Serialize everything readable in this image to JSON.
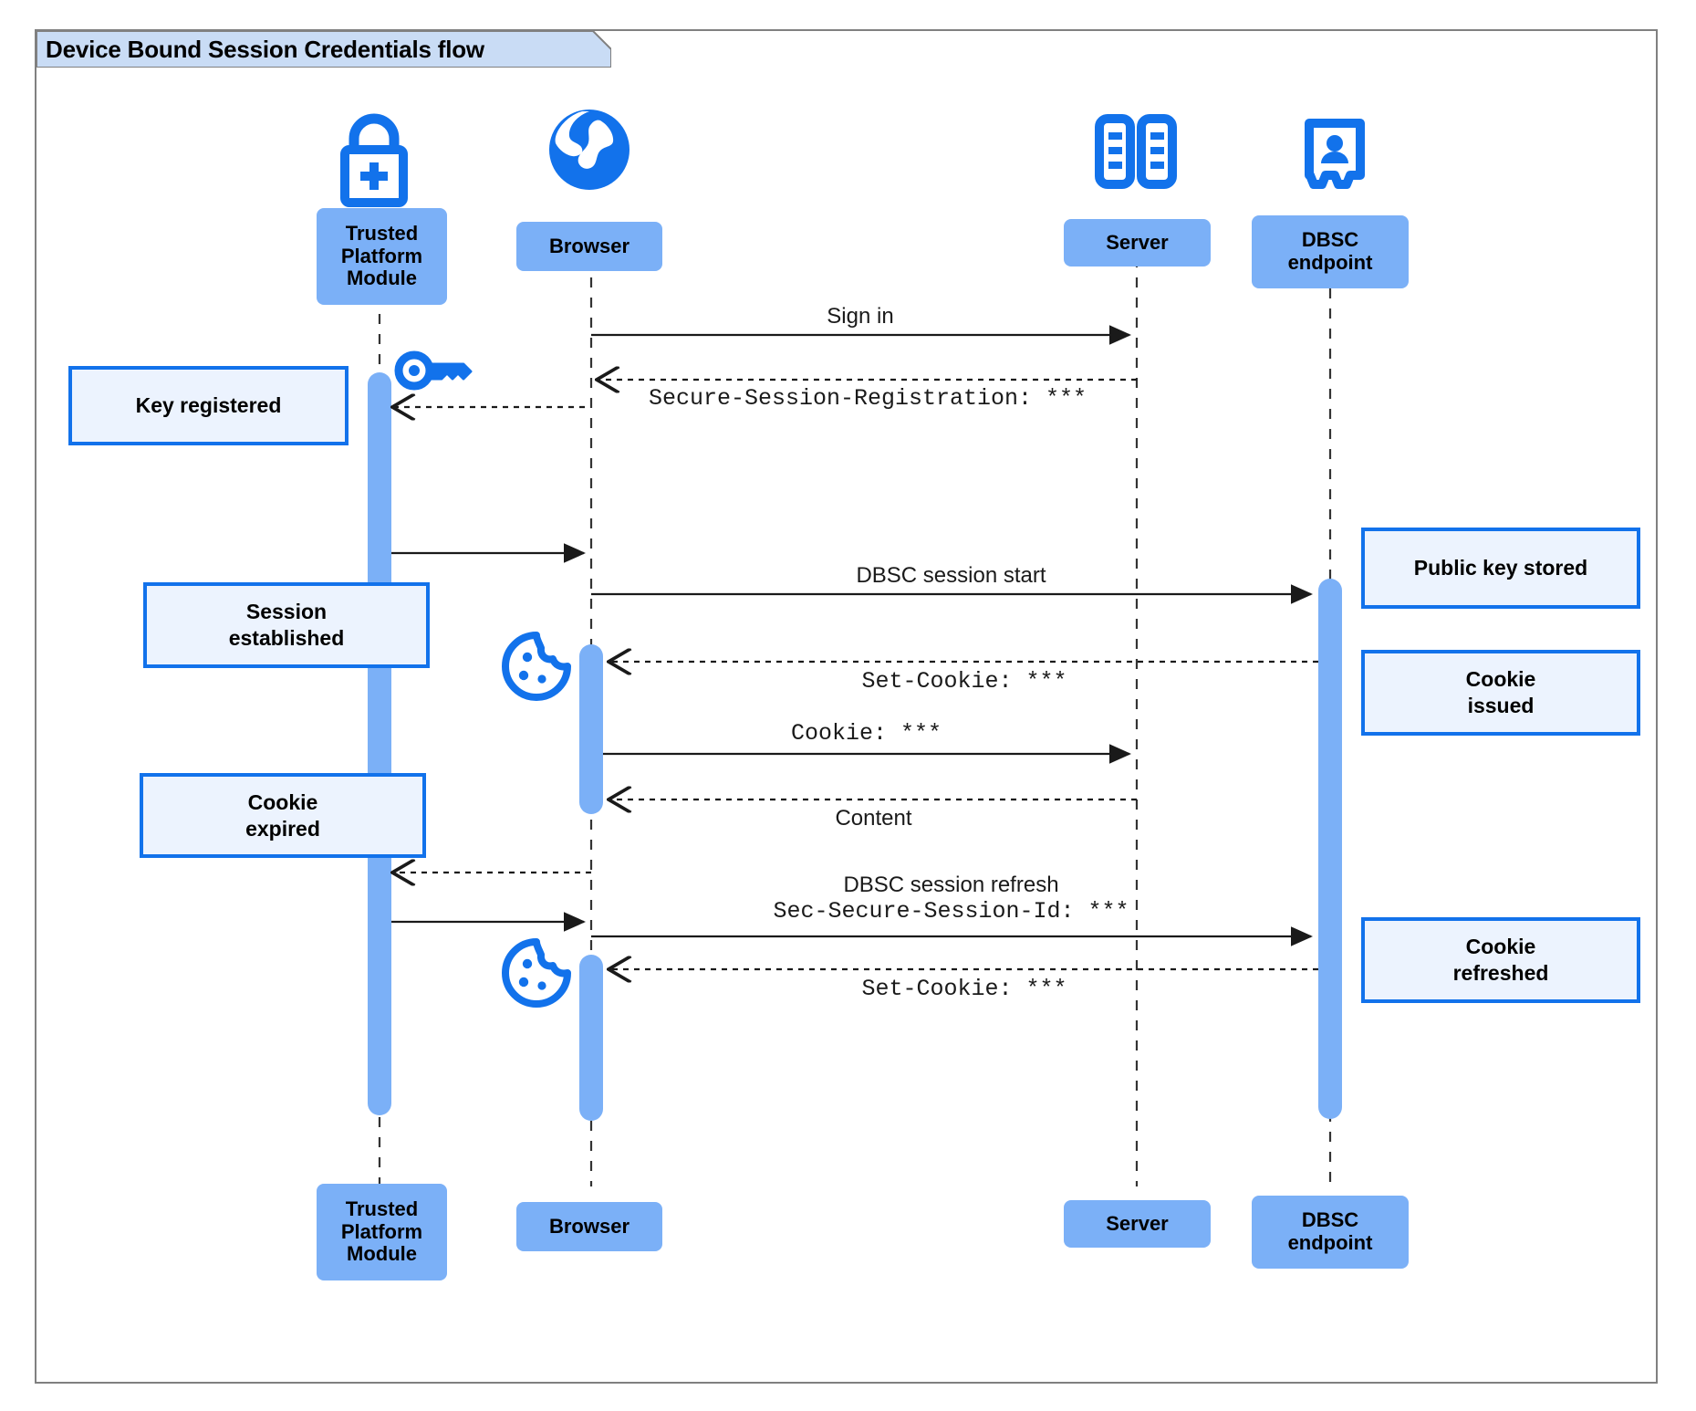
{
  "diagram": {
    "type": "sequence-diagram",
    "frame_title": "Device Bound Session Credentials flow",
    "colors": {
      "participant_fill": "#7BB0F7",
      "note_fill": "#ECF3FE",
      "note_border": "#1272EB",
      "activation_fill": "#7BB0F7",
      "icon_blue": "#1272EB",
      "frame_border": "#808080",
      "title_fill": "#C9DCF5",
      "line": "#1a1a1a"
    }
  },
  "participants": [
    {
      "id": "tpm",
      "label": "Trusted\nPlatform\nModule",
      "label_top": "Trusted Platform Module",
      "icon": "lock-plus-icon"
    },
    {
      "id": "browser",
      "label": "Browser",
      "icon": "globe-icon"
    },
    {
      "id": "server",
      "label": "Server",
      "icon": "server-rack-icon"
    },
    {
      "id": "dbsc",
      "label": "DBSC\nendpoint",
      "icon": "id-badge-icon"
    }
  ],
  "participants_bottom": [
    {
      "id": "tpm",
      "label": "Trusted\nPlatform\nModule"
    },
    {
      "id": "browser",
      "label": "Browser"
    },
    {
      "id": "server",
      "label": "Server"
    },
    {
      "id": "dbsc",
      "label": "DBSC\nendpoint"
    }
  ],
  "messages": [
    {
      "id": "m1",
      "text": "Sign in",
      "font": "sans",
      "from": "browser",
      "to": "server",
      "style": "solid"
    },
    {
      "id": "m2",
      "text": "Secure-Session-Registration: ***",
      "font": "mono",
      "from": "server",
      "to": "browser",
      "style": "dashed"
    },
    {
      "id": "m3",
      "text": "",
      "font": "sans",
      "from": "browser",
      "to": "tpm",
      "style": "dashed"
    },
    {
      "id": "m4",
      "text": "",
      "font": "sans",
      "from": "tpm",
      "to": "browser",
      "style": "solid"
    },
    {
      "id": "m5",
      "text": "DBSC session start",
      "font": "sans",
      "from": "browser",
      "to": "dbsc",
      "style": "solid"
    },
    {
      "id": "m6",
      "text": "Set-Cookie: ***",
      "font": "mono",
      "from": "dbsc",
      "to": "browser",
      "style": "dashed"
    },
    {
      "id": "m7",
      "text": "Cookie: ***",
      "font": "mono",
      "from": "browser",
      "to": "server",
      "style": "solid"
    },
    {
      "id": "m8",
      "text": "Content",
      "font": "sans",
      "from": "server",
      "to": "browser",
      "style": "dashed"
    },
    {
      "id": "m9",
      "text": "",
      "font": "sans",
      "from": "browser",
      "to": "tpm",
      "style": "dashed"
    },
    {
      "id": "m10",
      "text": "",
      "font": "sans",
      "from": "tpm",
      "to": "browser",
      "style": "solid"
    },
    {
      "id": "m11",
      "line1": "DBSC session refresh",
      "line2": "Sec-Secure-Session-Id: ***",
      "font": "mixed",
      "from": "browser",
      "to": "dbsc",
      "style": "solid"
    },
    {
      "id": "m12",
      "text": "Set-Cookie: ***",
      "font": "mono",
      "from": "dbsc",
      "to": "browser",
      "style": "dashed"
    }
  ],
  "notes": [
    {
      "id": "n1",
      "text": "Key registered",
      "side": "left",
      "target": "tpm"
    },
    {
      "id": "n2",
      "text": "Session\nestablished",
      "side": "left",
      "target": "tpm"
    },
    {
      "id": "n3",
      "text": "Cookie\nexpired",
      "side": "left",
      "target": "tpm"
    },
    {
      "id": "n4",
      "text": "Public key stored",
      "side": "right",
      "target": "dbsc"
    },
    {
      "id": "n5",
      "text": "Cookie\nissued",
      "side": "right",
      "target": "dbsc"
    },
    {
      "id": "n6",
      "text": "Cookie\nrefreshed",
      "side": "right",
      "target": "dbsc"
    }
  ],
  "inline_icons": [
    {
      "id": "key1",
      "name": "key-icon",
      "near": "tpm"
    },
    {
      "id": "cookie1",
      "name": "cookie-icon",
      "near": "browser"
    },
    {
      "id": "cookie2",
      "name": "cookie-icon",
      "near": "browser"
    }
  ],
  "note_lines": {
    "n1": [
      "Key registered"
    ],
    "n2": [
      "Session",
      "established"
    ],
    "n3": [
      "Cookie",
      "expired"
    ],
    "n4": [
      "Public key stored"
    ],
    "n5": [
      "Cookie",
      "issued"
    ],
    "n6": [
      "Cookie",
      "refreshed"
    ]
  },
  "participant_lines": {
    "tpm": [
      "Trusted",
      "Platform",
      "Module"
    ],
    "browser": [
      "Browser"
    ],
    "server": [
      "Server"
    ],
    "dbsc": [
      "DBSC",
      "endpoint"
    ]
  }
}
